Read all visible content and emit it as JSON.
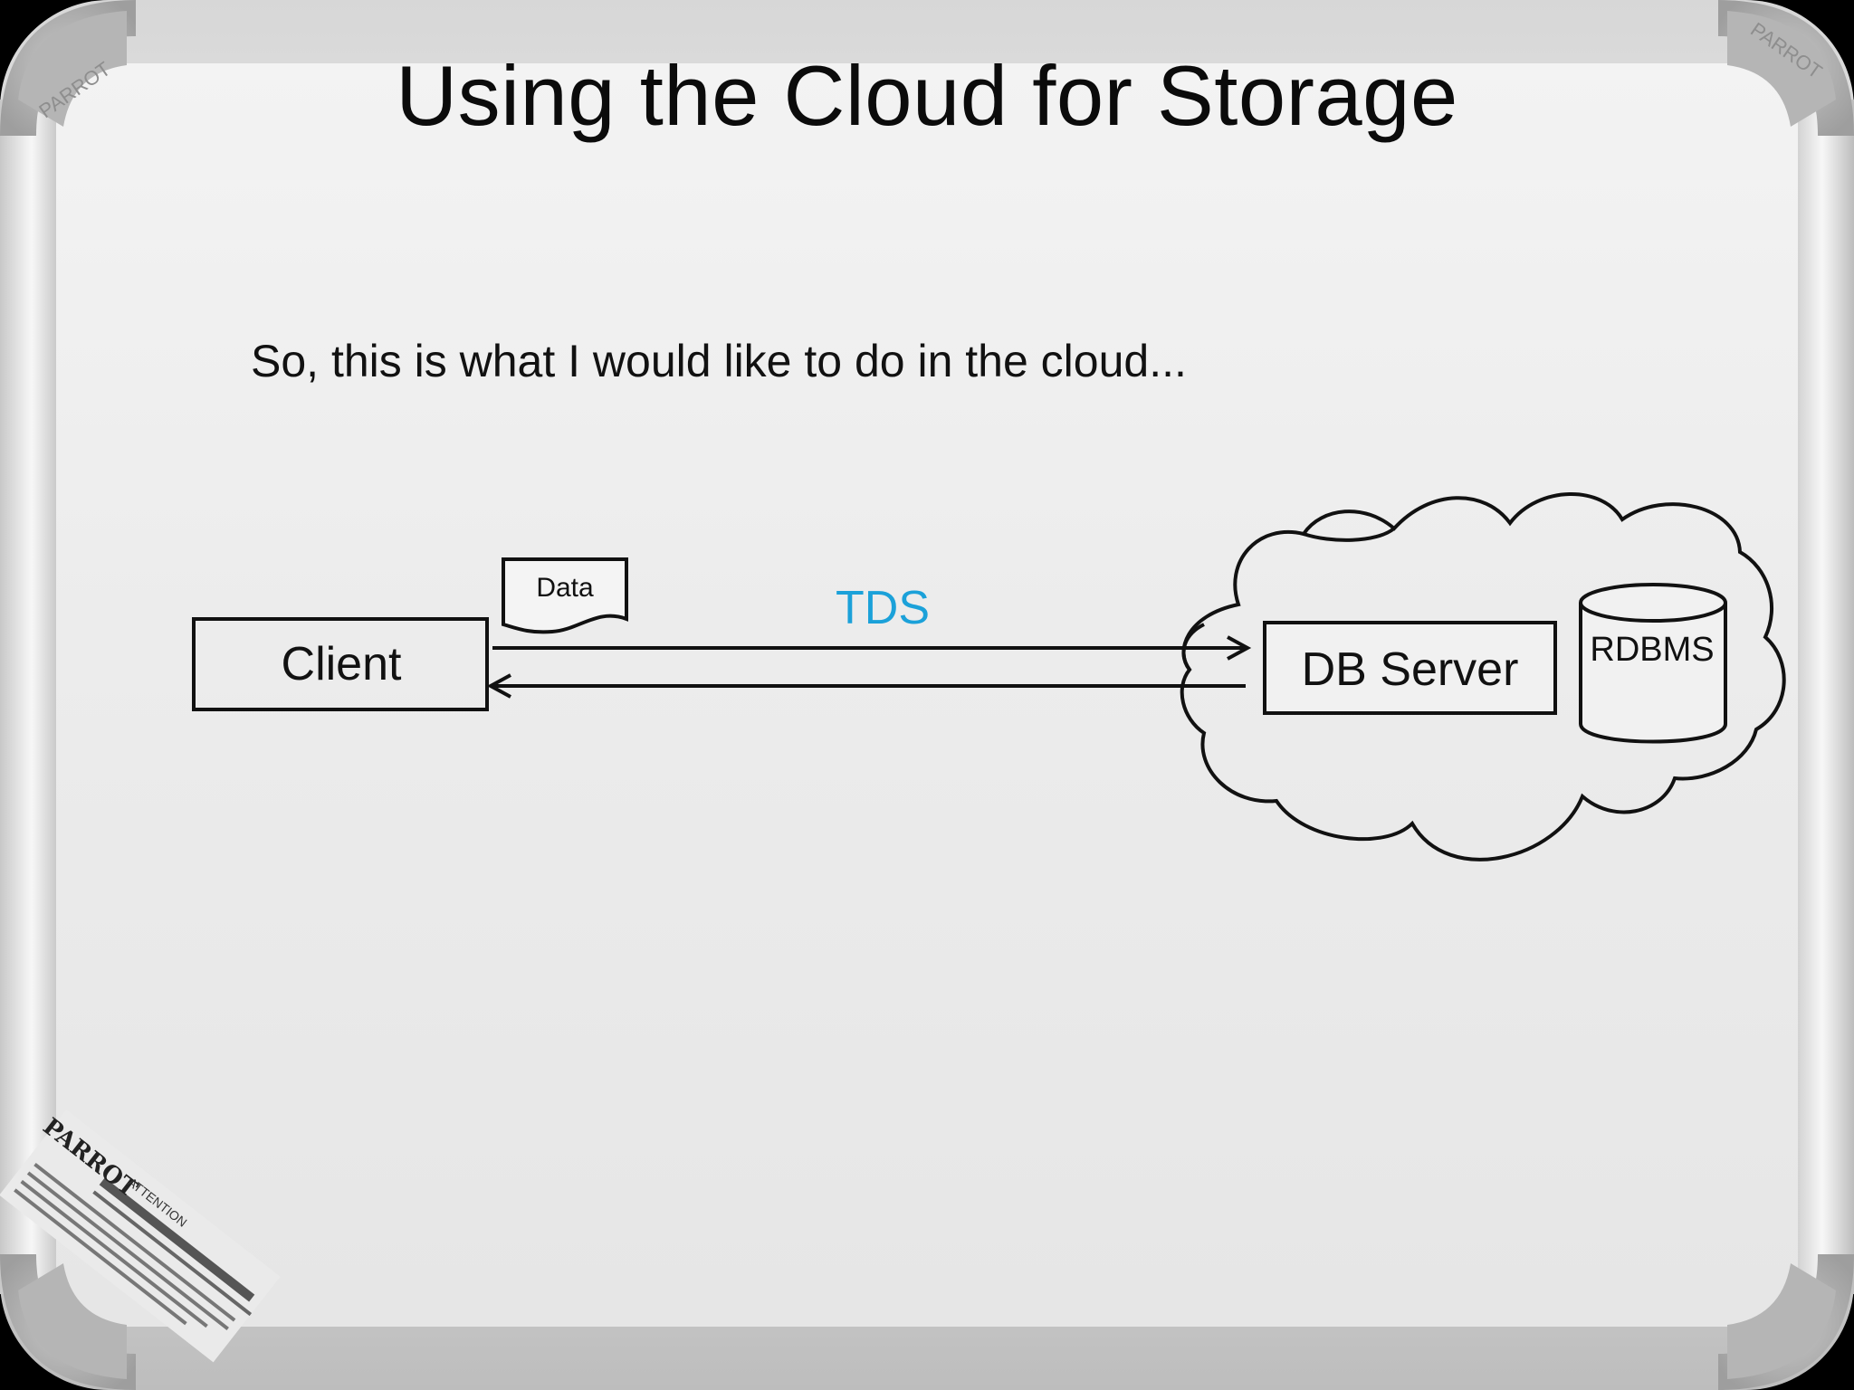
{
  "slide": {
    "title": "Using the Cloud for Storage",
    "subtitle": "So, this is what I would like to do in the cloud..."
  },
  "diagram": {
    "client_label": "Client",
    "data_label": "Data",
    "protocol_label": "TDS",
    "server_label": "DB Server",
    "database_label": "RDBMS",
    "protocol_color": "#1ba1d9"
  },
  "board": {
    "frame_brand": "PARROT",
    "sticker_brand": "PARROT",
    "sticker_notice": "ATTENTION"
  }
}
